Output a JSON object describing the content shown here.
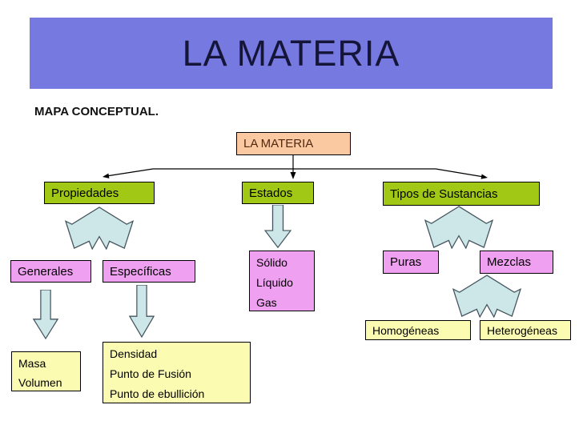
{
  "slide": {
    "title": "LA MATERIA",
    "subtitle": "MAPA CONCEPTUAL."
  },
  "colors": {
    "title_bg": "#767ae0",
    "title_text": "#15153a",
    "root_bg": "#fac9a2",
    "root_text": "#52280f",
    "category_bg": "#a0c814",
    "subcategory_bg": "#f0a0f0",
    "leaf_bg": "#fbfbb2",
    "block_arrow_fill": "#cde6e8",
    "block_arrow_stroke": "#44545e",
    "connector": "#000000"
  },
  "nodes": {
    "root": {
      "label": "LA MATERIA"
    },
    "propiedades": {
      "label": "Propiedades"
    },
    "estados": {
      "label": "Estados"
    },
    "tipos": {
      "label": "Tipos de Sustancias"
    },
    "generales": {
      "label": "Generales"
    },
    "especificas": {
      "label": "Específicas"
    },
    "estados_list": {
      "lines": [
        "Sólido",
        "Líquido",
        "Gas"
      ]
    },
    "puras": {
      "label": "Puras"
    },
    "mezclas": {
      "label": "Mezclas"
    },
    "masa_volumen": {
      "lines": [
        "Masa",
        "Volumen"
      ]
    },
    "generales_list": {
      "lines": [
        "Masa",
        "Volumen"
      ]
    },
    "especificas_list": {
      "lines": [
        "Densidad",
        "Punto de Fusión",
        "Punto de ebullición"
      ]
    },
    "homogeneas": {
      "label": "Homogéneas"
    },
    "heterogeneas": {
      "label": "Heterogéneas"
    }
  }
}
